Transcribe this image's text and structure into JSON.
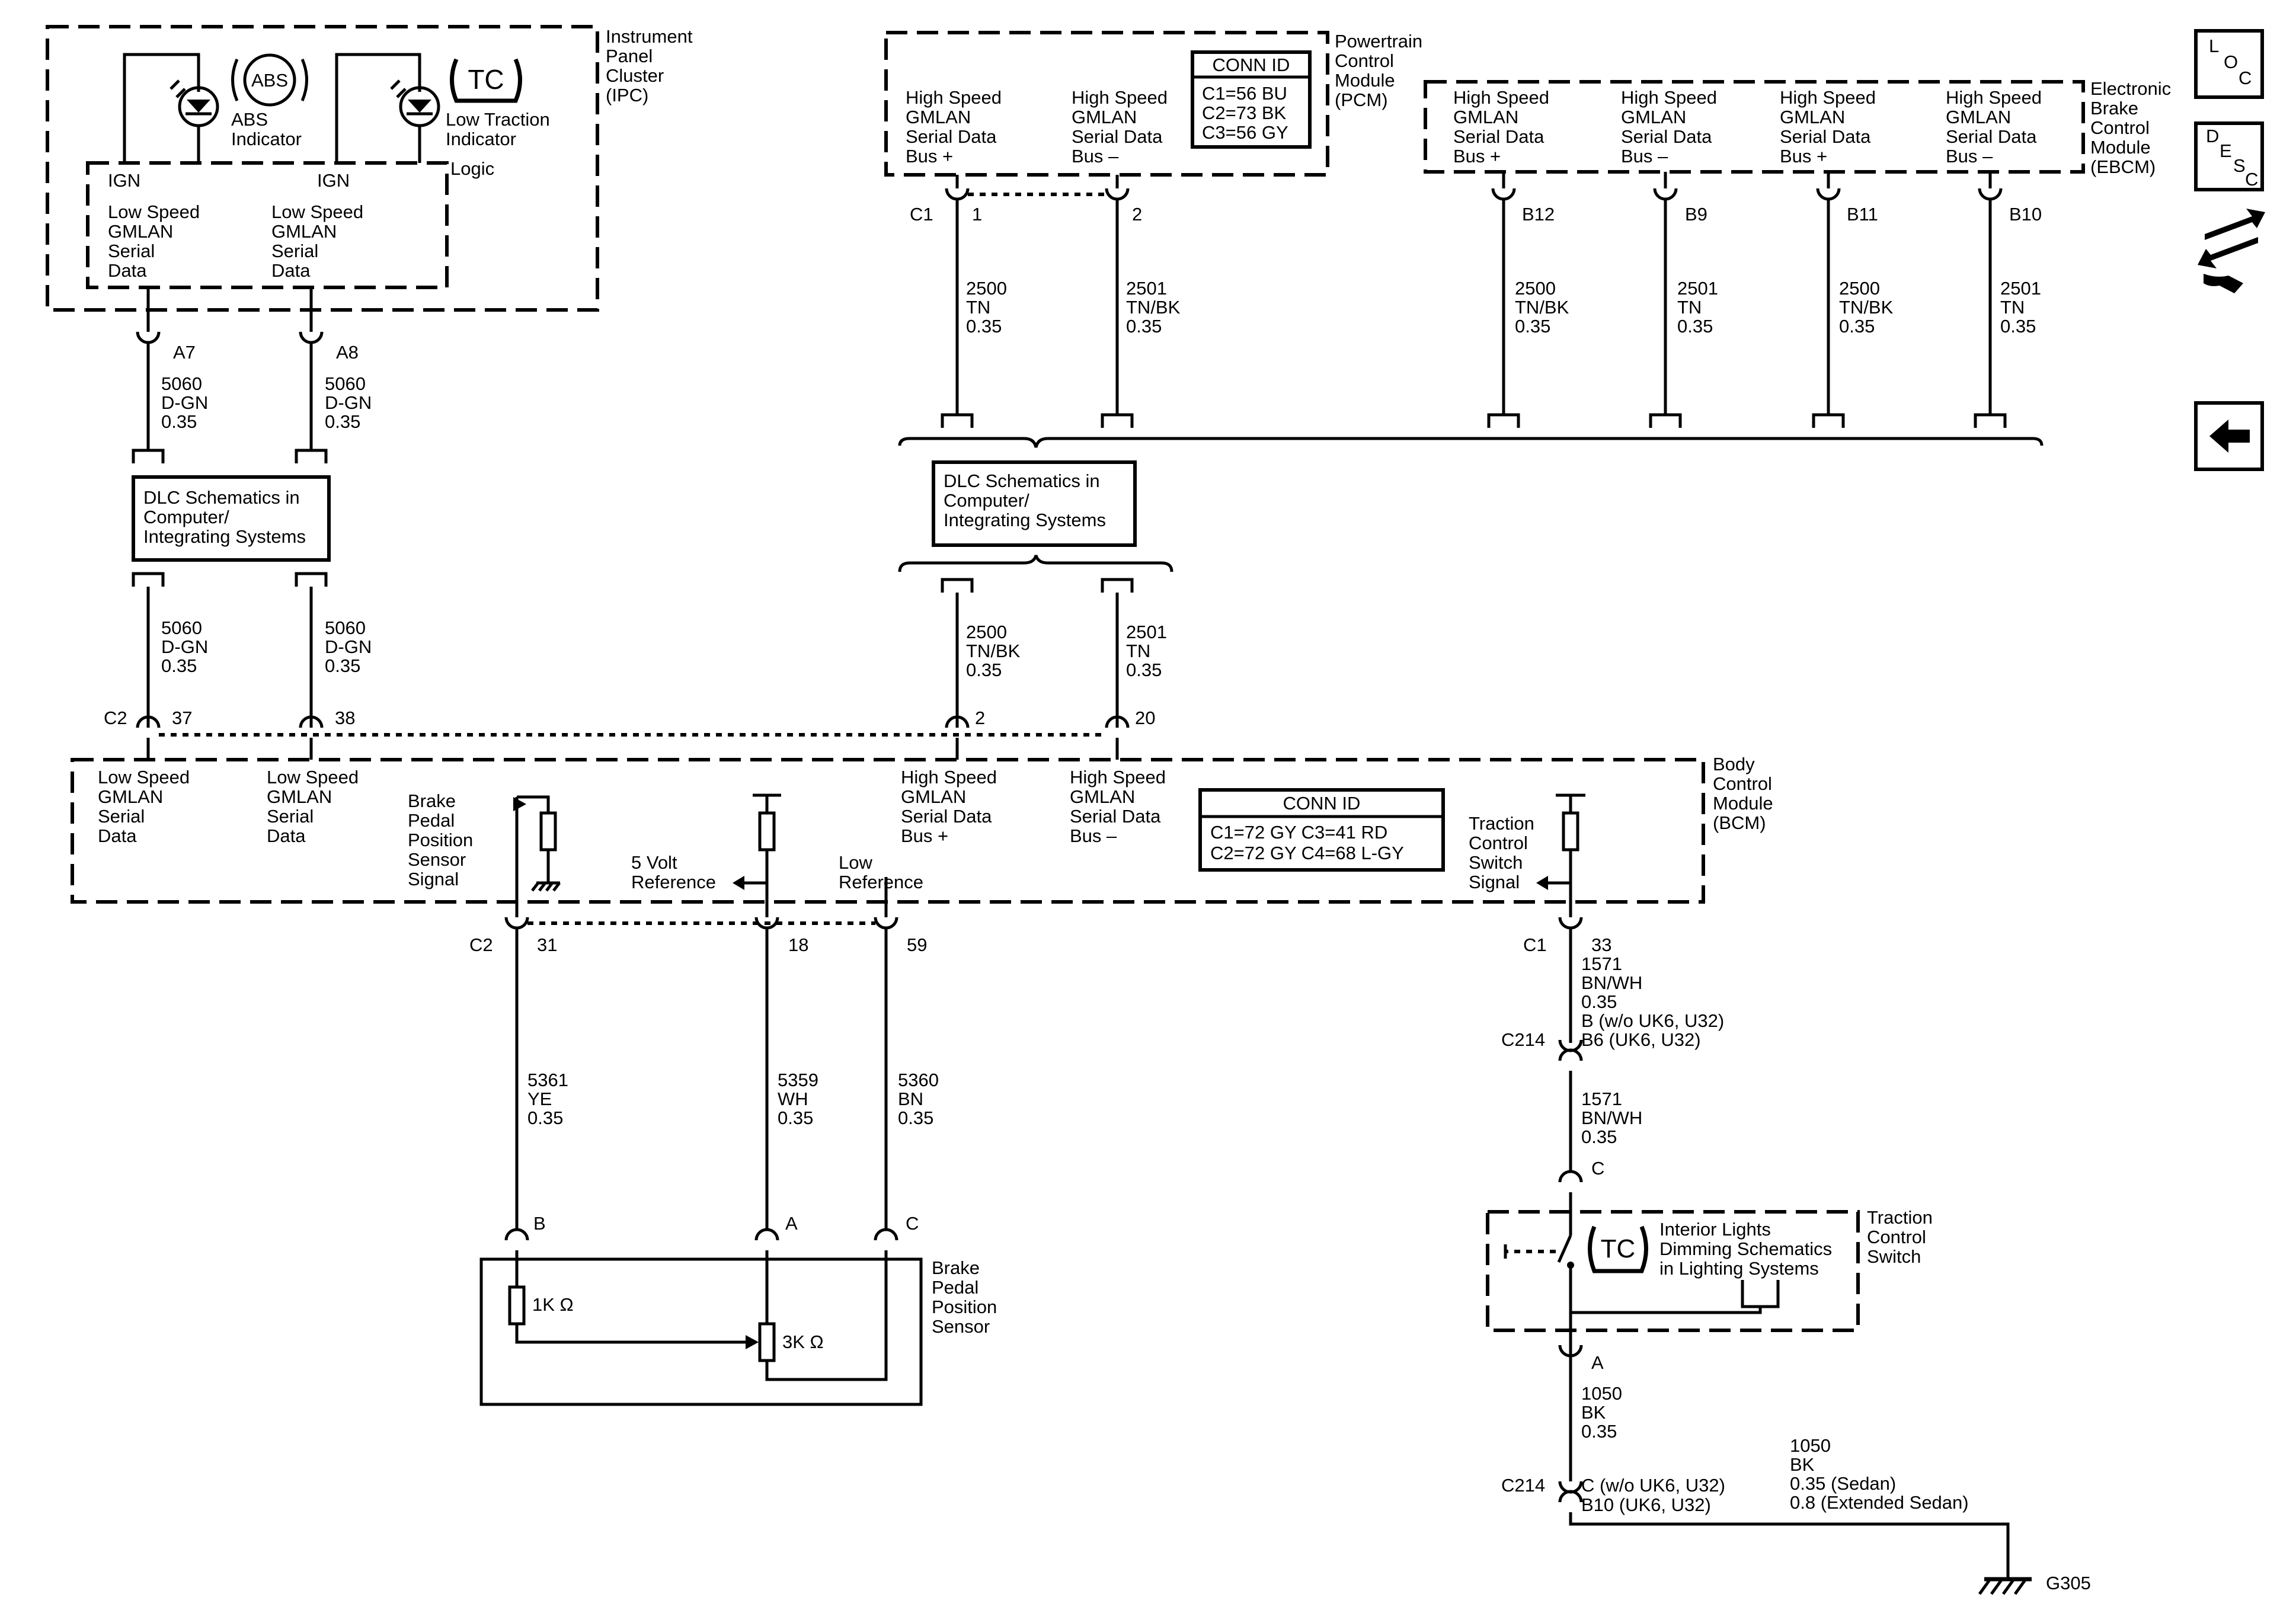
{
  "ipc": {
    "lines": [
      "Instrument",
      "Panel",
      "Cluster",
      "(IPC)"
    ],
    "abs_text": "ABS",
    "abs_label": [
      "ABS",
      "Indicator"
    ],
    "tc_text": "TC",
    "tc_label": [
      "Low Traction",
      "Indicator"
    ],
    "logic": "Logic",
    "ign1": "IGN",
    "ign2": "IGN",
    "sig1": [
      "Low Speed",
      "GMLAN",
      "Serial",
      "Data"
    ],
    "sig2": [
      "Low Speed",
      "GMLAN",
      "Serial",
      "Data"
    ],
    "pin_a7": "A7",
    "pin_a8": "A8"
  },
  "pcm": {
    "lines": [
      "Powertrain",
      "Control",
      "Module",
      "(PCM)"
    ],
    "sig1": [
      "High Speed",
      "GMLAN",
      "Serial Data",
      "Bus +"
    ],
    "sig2": [
      "High Speed",
      "GMLAN",
      "Serial Data",
      "Bus –"
    ],
    "conn_title": "CONN ID",
    "conn_lines": [
      "C1=56 BU",
      "C2=73 BK",
      "C3=56 GY"
    ],
    "conn_c1": "C1",
    "pin_1": "1",
    "pin_2": "2"
  },
  "ebcm": {
    "lines": [
      "Electronic",
      "Brake",
      "Control",
      "Module",
      "(EBCM)"
    ],
    "sig1": [
      "High Speed",
      "GMLAN",
      "Serial Data",
      "Bus +"
    ],
    "sig2": [
      "High Speed",
      "GMLAN",
      "Serial Data",
      "Bus –"
    ],
    "sig3": [
      "High Speed",
      "GMLAN",
      "Serial Data",
      "Bus +"
    ],
    "sig4": [
      "High Speed",
      "GMLAN",
      "Serial Data",
      "Bus –"
    ],
    "pin_b12": "B12",
    "pin_b9": "B9",
    "pin_b11": "B11",
    "pin_b10": "B10"
  },
  "wires": {
    "w5060_a": [
      "5060",
      "D-GN",
      "0.35"
    ],
    "w5060_b": [
      "5060",
      "D-GN",
      "0.35"
    ],
    "w5060_c": [
      "5060",
      "D-GN",
      "0.35"
    ],
    "w5060_d": [
      "5060",
      "D-GN",
      "0.35"
    ],
    "w2500_pcm": [
      "2500",
      "TN",
      "0.35"
    ],
    "w2501_pcm": [
      "2501",
      "TN/BK",
      "0.35"
    ],
    "w2500_b12": [
      "2500",
      "TN/BK",
      "0.35"
    ],
    "w2501_b9": [
      "2501",
      "TN",
      "0.35"
    ],
    "w2500_b11": [
      "2500",
      "TN/BK",
      "0.35"
    ],
    "w2501_b10": [
      "2501",
      "TN",
      "0.35"
    ],
    "w2500_bcm": [
      "2500",
      "TN/BK",
      "0.35"
    ],
    "w2501_bcm": [
      "2501",
      "TN",
      "0.35"
    ],
    "w5361": [
      "5361",
      "YE",
      "0.35"
    ],
    "w5359": [
      "5359",
      "WH",
      "0.35"
    ],
    "w5360": [
      "5360",
      "BN",
      "0.35"
    ],
    "w1571_a": [
      "1571",
      "BN/WH",
      "0.35"
    ],
    "w1571_b": [
      "1571",
      "BN/WH",
      "0.35"
    ],
    "w1050_a": [
      "1050",
      "BK",
      "0.35"
    ],
    "w1050_b": [
      "1050",
      "BK",
      "0.35 (Sedan)",
      "0.8 (Extended Sedan)"
    ]
  },
  "dlc": {
    "left": [
      "DLC Schematics in",
      "Computer/",
      "Integrating Systems"
    ],
    "right": [
      "DLC Schematics in",
      "Computer/",
      "Integrating Systems"
    ]
  },
  "bcm": {
    "lines": [
      "Body",
      "Control",
      "Module",
      "(BCM)"
    ],
    "c2": "C2",
    "pin_37": "37",
    "pin_38": "38",
    "pin_2": "2",
    "pin_20": "20",
    "sig_ls1": [
      "Low Speed",
      "GMLAN",
      "Serial",
      "Data"
    ],
    "sig_ls2": [
      "Low Speed",
      "GMLAN",
      "Serial",
      "Data"
    ],
    "sig_hs1": [
      "High Speed",
      "GMLAN",
      "Serial Data",
      "Bus +"
    ],
    "sig_hs2": [
      "High Speed",
      "GMLAN",
      "Serial Data",
      "Bus –"
    ],
    "brake_sig": [
      "Brake",
      "Pedal",
      "Position",
      "Sensor",
      "Signal"
    ],
    "ref5v": [
      "5 Volt",
      "Reference"
    ],
    "lowref": [
      "Low",
      "Reference"
    ],
    "tc_sig": [
      "Traction",
      "Control",
      "Switch",
      "Signal"
    ],
    "conn_title": "CONN ID",
    "conn_row1": "C1=72 GY  C3=41 RD",
    "conn_row2": "C2=72 GY  C4=68 L-GY",
    "c2_bottom": "C2",
    "pin_31": "31",
    "pin_18": "18",
    "pin_59": "59",
    "c1_bottom": "C1",
    "pin_33": "33"
  },
  "bpps": {
    "lines": [
      "Brake",
      "Pedal",
      "Position",
      "Sensor"
    ],
    "pin_b": "B",
    "pin_a": "A",
    "pin_c": "C",
    "r1": "1K Ω",
    "r2": "3K Ω"
  },
  "tcs": {
    "c214_top": "C214",
    "c214_pin_top": [
      "B (w/o UK6, U32)",
      "B6 (UK6, U32)"
    ],
    "pin_c": "C",
    "lines": [
      "Traction",
      "Control",
      "Switch"
    ],
    "note": [
      "Interior Lights",
      "Dimming Schematics",
      "in Lighting Systems"
    ],
    "tc_text": "TC",
    "pin_a": "A",
    "c214_bottom": "C214",
    "c214_pin_bottom": [
      "C (w/o UK6, U32)",
      "B10 (UK6, U32)"
    ],
    "ground": "G305"
  },
  "nav": {
    "loc": [
      "L",
      "O",
      "C"
    ],
    "desc": [
      "D",
      "E",
      "S",
      "C"
    ],
    "swap_icon": "swap-arrows-icon",
    "back_icon": "back-arrow-icon"
  }
}
